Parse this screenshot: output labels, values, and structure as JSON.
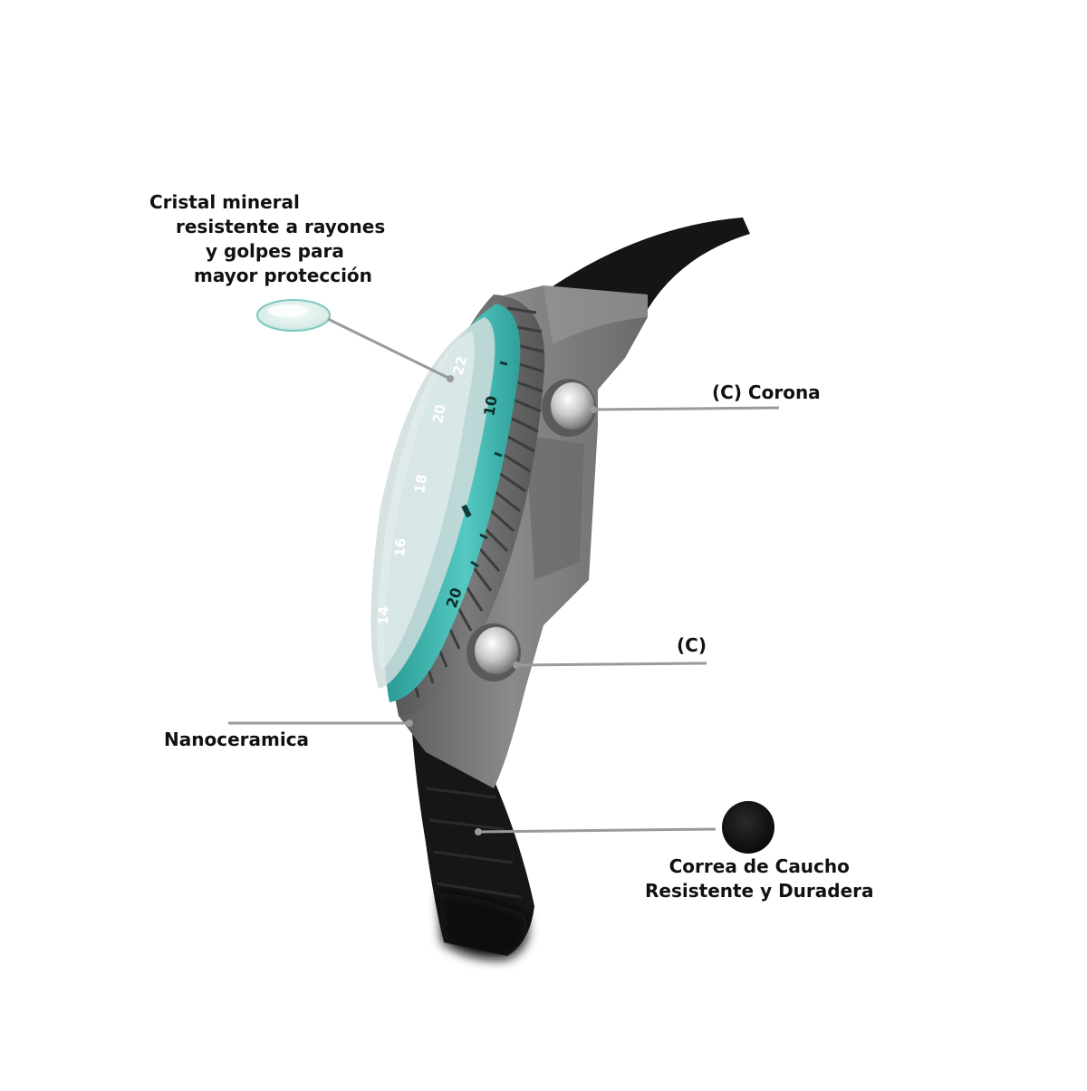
{
  "callouts": {
    "crystal": {
      "line1": "Cristal mineral",
      "line2": "resistente a rayones",
      "line3": "y golpes para",
      "line4": "mayor protección"
    },
    "corona": "(C) Corona",
    "crown2": "(C)",
    "nano": "Nanoceramica",
    "strap": {
      "line1": "Correa de Caucho",
      "line2": "Resistente y Duradera"
    }
  },
  "bezel": {
    "numbers": [
      "22",
      "20",
      "18",
      "16",
      "14"
    ],
    "insert_numbers": [
      "10",
      "20"
    ]
  },
  "colors": {
    "bezel_teal": "#3fb6b0",
    "case_gray": "#7c7c7c",
    "strap_black": "#141414",
    "leader_line": "#9a9a9a",
    "text": "#111111"
  }
}
